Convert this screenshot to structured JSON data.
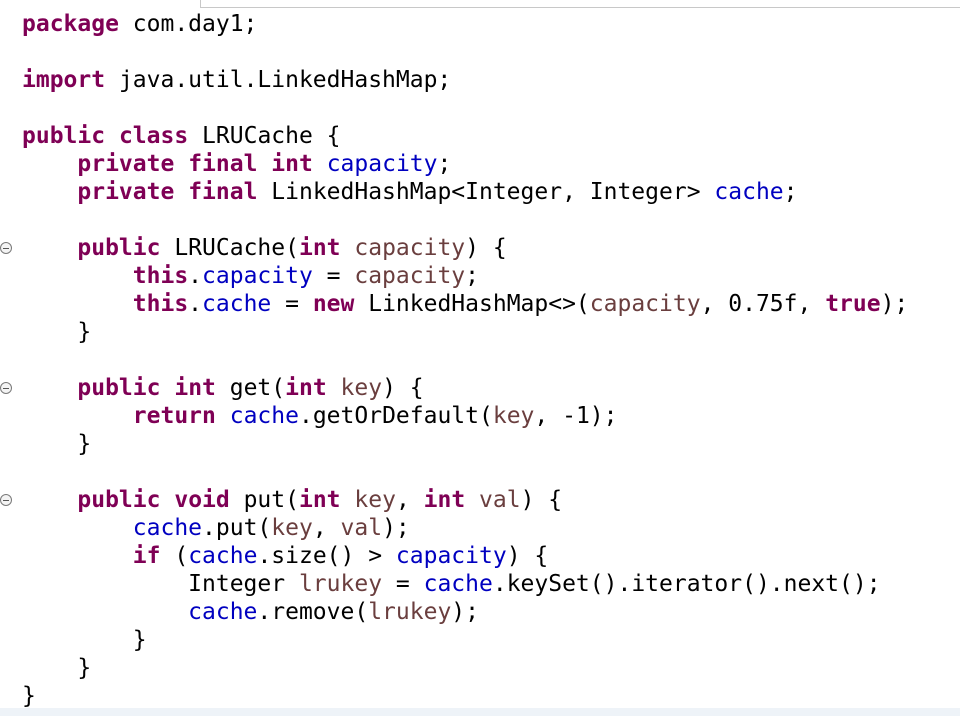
{
  "editor": {
    "language": "java",
    "colors": {
      "keyword": "#7f0055",
      "field": "#0000c0",
      "local_variable": "#6a3e3e",
      "plain": "#000000",
      "fold_marker": "#7a7a7a"
    },
    "fold_marker_icon": "collapse-circle-icon",
    "lines": [
      [
        {
          "t": "package",
          "s": "kw"
        },
        {
          "t": " com.day1;",
          "s": "plain"
        }
      ],
      [],
      [
        {
          "t": "import",
          "s": "kw"
        },
        {
          "t": " java.util.LinkedHashMap;",
          "s": "plain"
        }
      ],
      [],
      [
        {
          "t": "public",
          "s": "kw"
        },
        {
          "t": " ",
          "s": "plain"
        },
        {
          "t": "class",
          "s": "kw"
        },
        {
          "t": " LRUCache {",
          "s": "plain"
        }
      ],
      [
        {
          "t": "    ",
          "s": "plain"
        },
        {
          "t": "private",
          "s": "kw"
        },
        {
          "t": " ",
          "s": "plain"
        },
        {
          "t": "final",
          "s": "kw"
        },
        {
          "t": " ",
          "s": "plain"
        },
        {
          "t": "int",
          "s": "kw"
        },
        {
          "t": " ",
          "s": "plain"
        },
        {
          "t": "capacity",
          "s": "fld"
        },
        {
          "t": ";",
          "s": "plain"
        }
      ],
      [
        {
          "t": "    ",
          "s": "plain"
        },
        {
          "t": "private",
          "s": "kw"
        },
        {
          "t": " ",
          "s": "plain"
        },
        {
          "t": "final",
          "s": "kw"
        },
        {
          "t": " LinkedHashMap<Integer, Integer> ",
          "s": "plain"
        },
        {
          "t": "cache",
          "s": "fld"
        },
        {
          "t": ";",
          "s": "plain"
        }
      ],
      [],
      [
        {
          "t": "    ",
          "s": "plain"
        },
        {
          "t": "public",
          "s": "kw"
        },
        {
          "t": " LRUCache(",
          "s": "plain"
        },
        {
          "t": "int",
          "s": "kw"
        },
        {
          "t": " ",
          "s": "plain"
        },
        {
          "t": "capacity",
          "s": "var"
        },
        {
          "t": ") {",
          "s": "plain"
        }
      ],
      [
        {
          "t": "        ",
          "s": "plain"
        },
        {
          "t": "this",
          "s": "kw"
        },
        {
          "t": ".",
          "s": "plain"
        },
        {
          "t": "capacity",
          "s": "fld"
        },
        {
          "t": " = ",
          "s": "plain"
        },
        {
          "t": "capacity",
          "s": "var"
        },
        {
          "t": ";",
          "s": "plain"
        }
      ],
      [
        {
          "t": "        ",
          "s": "plain"
        },
        {
          "t": "this",
          "s": "kw"
        },
        {
          "t": ".",
          "s": "plain"
        },
        {
          "t": "cache",
          "s": "fld"
        },
        {
          "t": " = ",
          "s": "plain"
        },
        {
          "t": "new",
          "s": "kw"
        },
        {
          "t": " LinkedHashMap<>(",
          "s": "plain"
        },
        {
          "t": "capacity",
          "s": "var"
        },
        {
          "t": ", 0.75f, ",
          "s": "plain"
        },
        {
          "t": "true",
          "s": "kw"
        },
        {
          "t": ");",
          "s": "plain"
        }
      ],
      [
        {
          "t": "    }",
          "s": "plain"
        }
      ],
      [],
      [
        {
          "t": "    ",
          "s": "plain"
        },
        {
          "t": "public",
          "s": "kw"
        },
        {
          "t": " ",
          "s": "plain"
        },
        {
          "t": "int",
          "s": "kw"
        },
        {
          "t": " get(",
          "s": "plain"
        },
        {
          "t": "int",
          "s": "kw"
        },
        {
          "t": " ",
          "s": "plain"
        },
        {
          "t": "key",
          "s": "var"
        },
        {
          "t": ") {",
          "s": "plain"
        }
      ],
      [
        {
          "t": "        ",
          "s": "plain"
        },
        {
          "t": "return",
          "s": "kw"
        },
        {
          "t": " ",
          "s": "plain"
        },
        {
          "t": "cache",
          "s": "fld"
        },
        {
          "t": ".getOrDefault(",
          "s": "plain"
        },
        {
          "t": "key",
          "s": "var"
        },
        {
          "t": ", -1);",
          "s": "plain"
        }
      ],
      [
        {
          "t": "    }",
          "s": "plain"
        }
      ],
      [],
      [
        {
          "t": "    ",
          "s": "plain"
        },
        {
          "t": "public",
          "s": "kw"
        },
        {
          "t": " ",
          "s": "plain"
        },
        {
          "t": "void",
          "s": "kw"
        },
        {
          "t": " put(",
          "s": "plain"
        },
        {
          "t": "int",
          "s": "kw"
        },
        {
          "t": " ",
          "s": "plain"
        },
        {
          "t": "key",
          "s": "var"
        },
        {
          "t": ", ",
          "s": "plain"
        },
        {
          "t": "int",
          "s": "kw"
        },
        {
          "t": " ",
          "s": "plain"
        },
        {
          "t": "val",
          "s": "var"
        },
        {
          "t": ") {",
          "s": "plain"
        }
      ],
      [
        {
          "t": "        ",
          "s": "plain"
        },
        {
          "t": "cache",
          "s": "fld"
        },
        {
          "t": ".put(",
          "s": "plain"
        },
        {
          "t": "key",
          "s": "var"
        },
        {
          "t": ", ",
          "s": "plain"
        },
        {
          "t": "val",
          "s": "var"
        },
        {
          "t": ");",
          "s": "plain"
        }
      ],
      [
        {
          "t": "        ",
          "s": "plain"
        },
        {
          "t": "if",
          "s": "kw"
        },
        {
          "t": " (",
          "s": "plain"
        },
        {
          "t": "cache",
          "s": "fld"
        },
        {
          "t": ".size() > ",
          "s": "plain"
        },
        {
          "t": "capacity",
          "s": "fld"
        },
        {
          "t": ") {",
          "s": "plain"
        }
      ],
      [
        {
          "t": "            Integer ",
          "s": "plain"
        },
        {
          "t": "lrukey",
          "s": "var"
        },
        {
          "t": " = ",
          "s": "plain"
        },
        {
          "t": "cache",
          "s": "fld"
        },
        {
          "t": ".keySet().iterator().next();",
          "s": "plain"
        }
      ],
      [
        {
          "t": "            ",
          "s": "plain"
        },
        {
          "t": "cache",
          "s": "fld"
        },
        {
          "t": ".remove(",
          "s": "plain"
        },
        {
          "t": "lrukey",
          "s": "var"
        },
        {
          "t": ");",
          "s": "plain"
        }
      ],
      [
        {
          "t": "        }",
          "s": "plain"
        }
      ],
      [
        {
          "t": "    }",
          "s": "plain"
        }
      ],
      [
        {
          "t": "}",
          "s": "plain"
        }
      ]
    ],
    "fold_marker_lines": [
      8,
      13,
      17
    ]
  }
}
